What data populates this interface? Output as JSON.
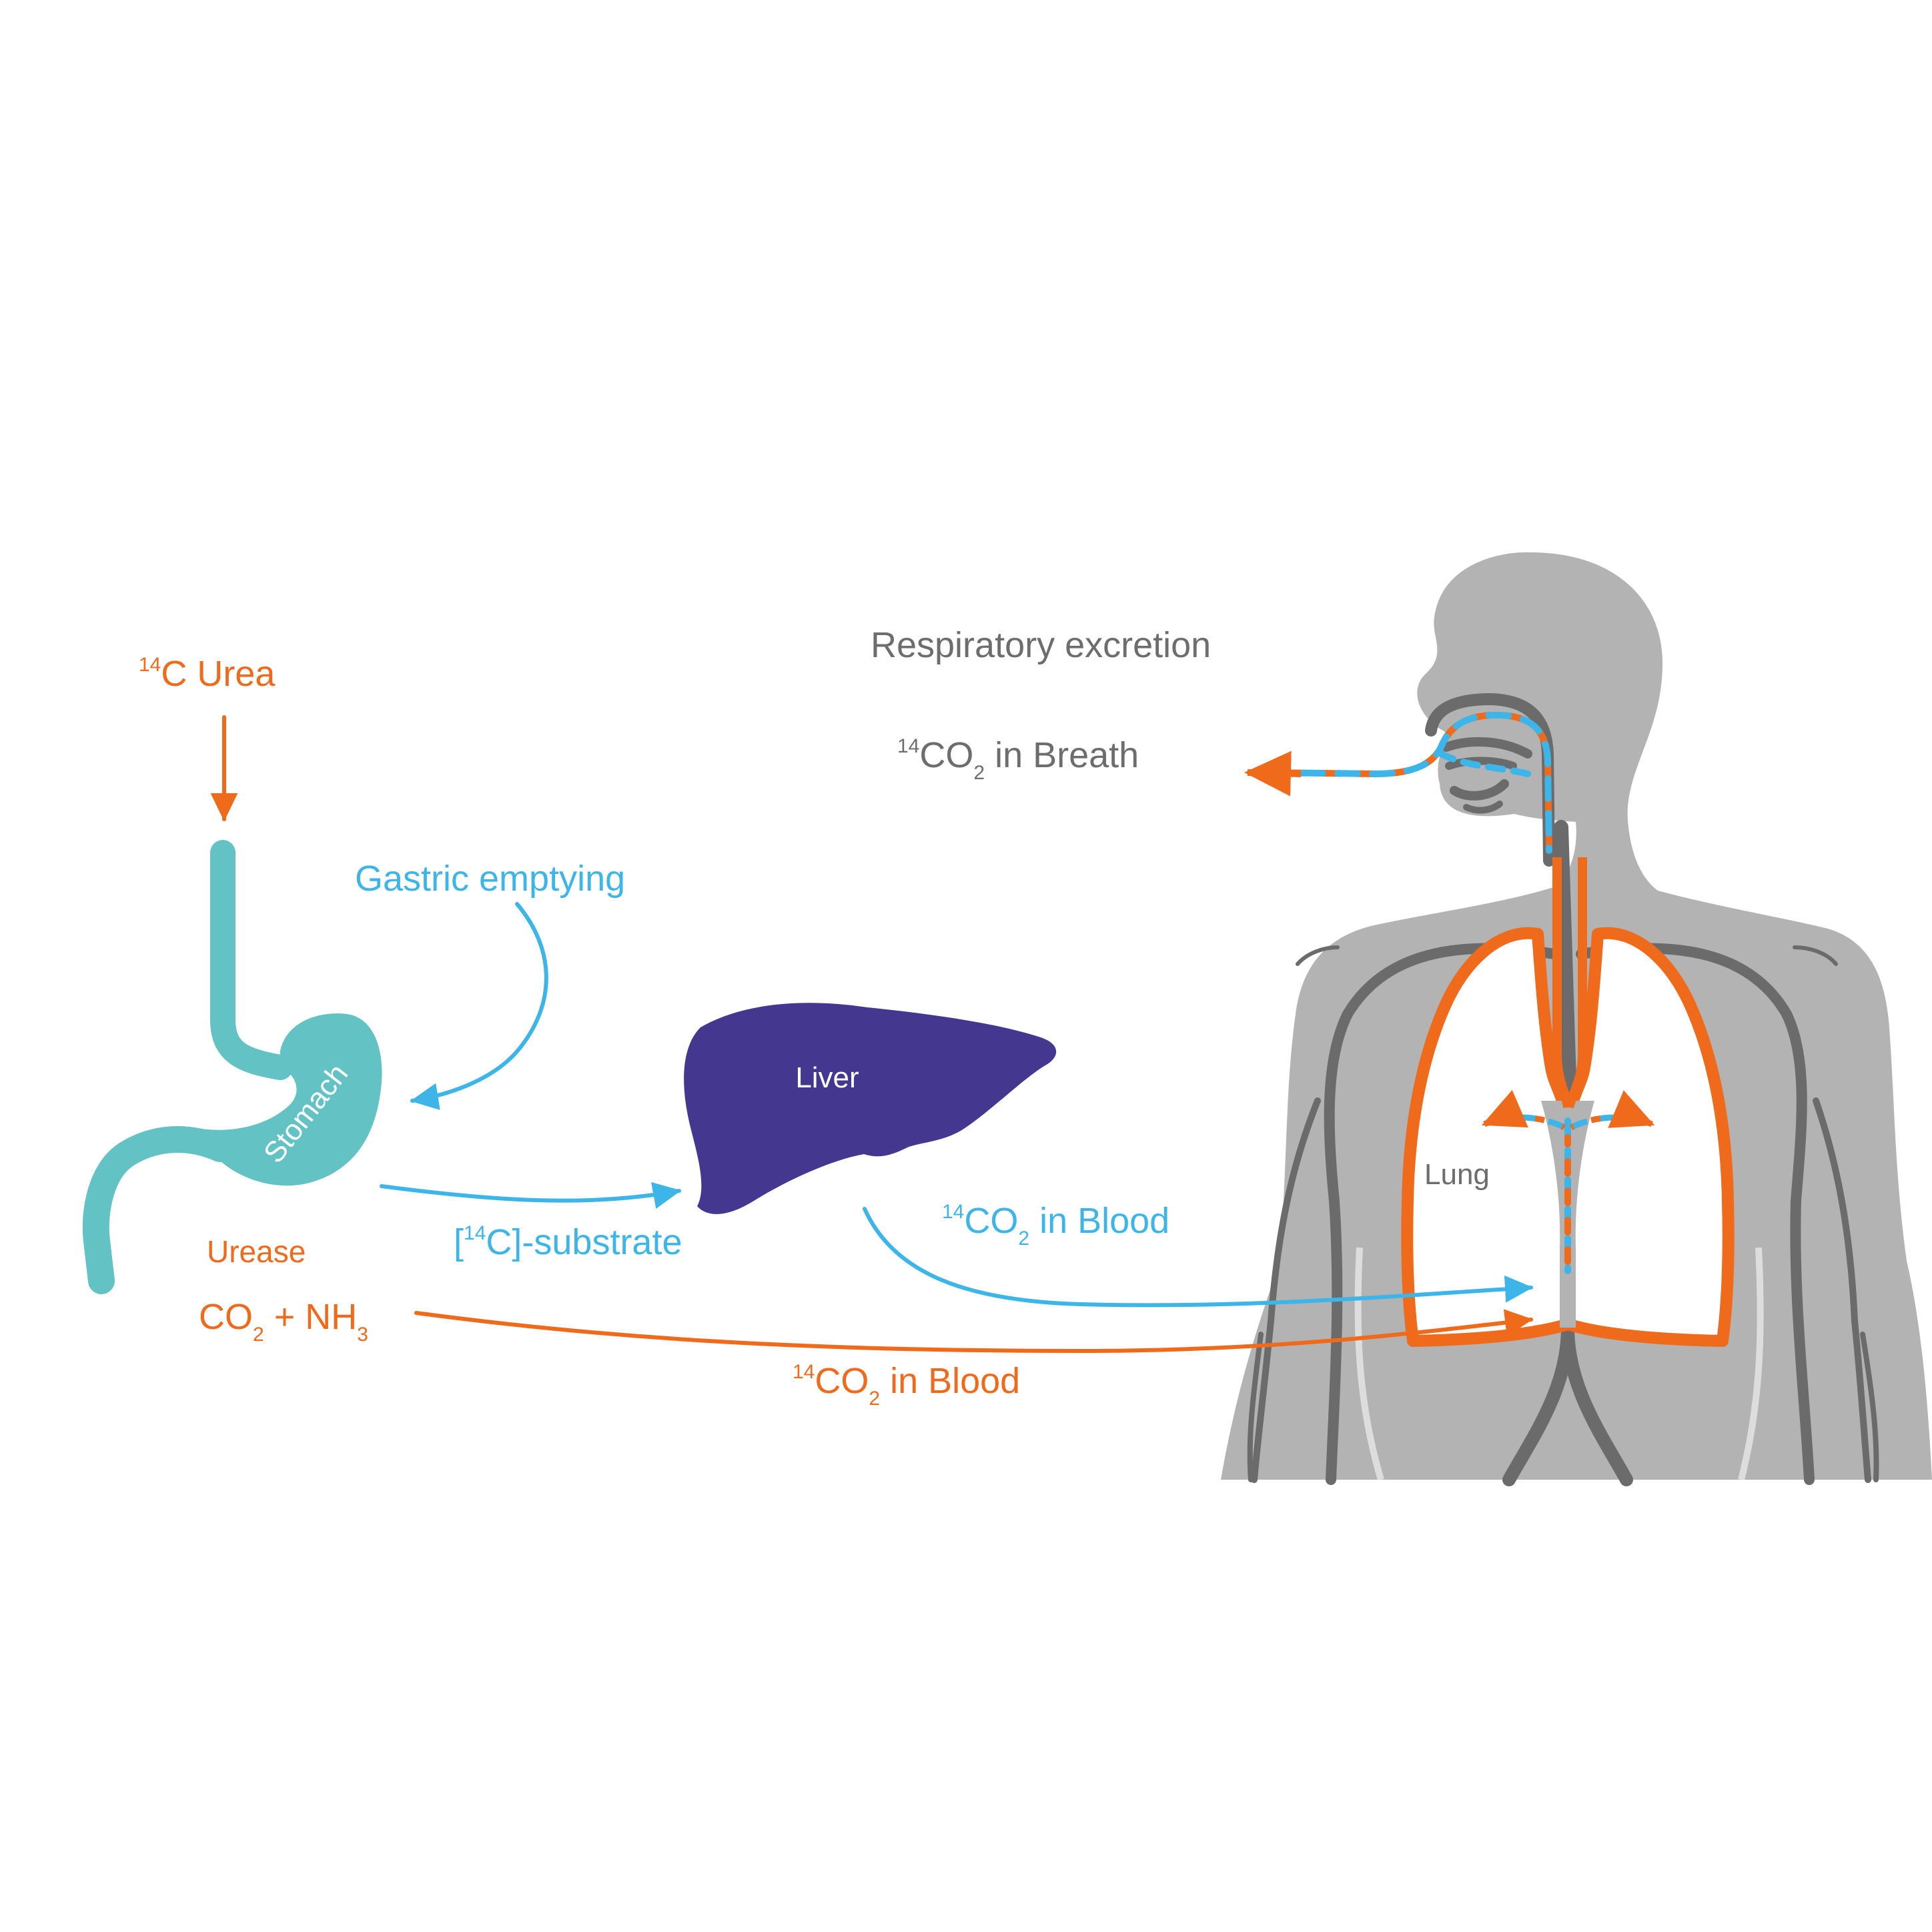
{
  "colors": {
    "orange": "#F06A1C",
    "blue": "#3DB5E8",
    "teal": "#63C2C4",
    "liver": "#433790",
    "body_gray": "#B3B3B3",
    "vessel_gray": "#6B6B6B",
    "text_gray": "#6D6D6D",
    "white": "#FFFFFF"
  },
  "labels": {
    "urea": {
      "sup": "14",
      "main": "C Urea"
    },
    "gastric_emptying": "Gastric emptying",
    "stomach": "Stomach",
    "liver": "Liver",
    "substrate": {
      "pre": "[",
      "sup": "14",
      "post": "C]-substrate"
    },
    "urease": "Urease",
    "reaction": {
      "co": "CO",
      "sub2": "2",
      "plus": " + NH",
      "sub3": "3"
    },
    "respiratory_excretion": "Respiratory excretion",
    "breath": {
      "sup": "14",
      "co": "CO",
      "sub": "2",
      "rest": " in Breath"
    },
    "blood_blue": {
      "sup": "14",
      "co": "CO",
      "sub": "2",
      "rest": " in Blood"
    },
    "blood_orange": {
      "sup": "14",
      "co": "CO",
      "sub": "2",
      "rest": " in Blood"
    },
    "lung": "Lung"
  },
  "icons": {
    "human": "human-torso-silhouette-icon",
    "stomach": "stomach-icon",
    "liver": "liver-icon",
    "lungs": "lungs-icon"
  }
}
